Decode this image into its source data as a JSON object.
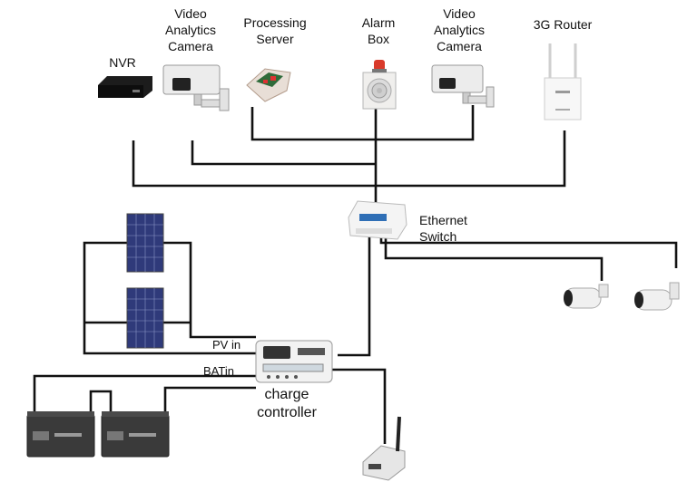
{
  "labels": {
    "nvr": "NVR",
    "camera1": "Video\nAnalytics\nCamera",
    "server": "Processing\nServer",
    "alarm": "Alarm\nBox",
    "camera2": "Video\nAnalytics\nCamera",
    "router": "3G Router",
    "switch": "Ethernet\nSwitch",
    "pv_in": "PV in",
    "bat_in": "BATin",
    "controller": "charge\ncontroller"
  },
  "colors": {
    "wire": "#111111",
    "panel_cell": "#2f3a7a",
    "camera_body": "#e9e9e9",
    "alarm_light": "#d93a2b",
    "battery": "#3a3a3a"
  }
}
